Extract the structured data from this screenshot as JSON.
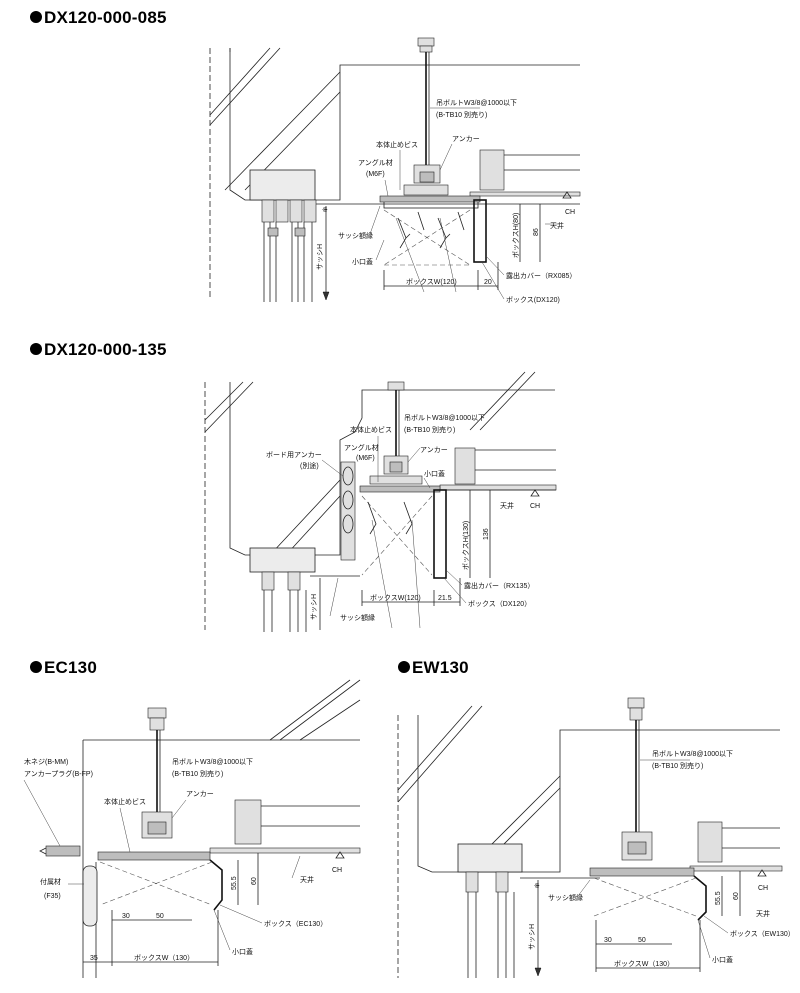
{
  "sections": [
    {
      "title": "DX120-000-085",
      "labels": {
        "bolt": "吊ボルトW3/8@1000以下",
        "bolt_sub": "(B-TB10 別売り)",
        "anchor": "アンカー",
        "body_screw": "本体止めビス",
        "angle": "アングル材",
        "angle_sub": "(M6F)",
        "sash_edge": "サッシ額縁",
        "koguchi": "小口蓋",
        "exposed_cover": "露出カバー（RX085）",
        "box": "ボックス(DX120)",
        "ceiling": "天井",
        "ch": "CH",
        "sash_h": "サッシH",
        "box_h": "ボックスH(80)",
        "box_w": "ボックスW(120)"
      },
      "dims": {
        "h": "86",
        "w": "20",
        "a": "※"
      }
    },
    {
      "title": "DX120-000-135",
      "labels": {
        "bolt": "吊ボルトW3/8@1000以下",
        "bolt_sub": "(B-TB10 別売り)",
        "anchor": "アンカー",
        "body_screw": "本体止めビス",
        "angle": "アングル材",
        "angle_sub": "(M6F)",
        "board_anchor": "ボード用アンカー",
        "board_anchor_sub": "(別途)",
        "koguchi": "小口蓋",
        "exposed_cover": "露出カバー（RX135）",
        "box": "ボックス（DX120）",
        "ceiling": "天井",
        "ch": "CH",
        "sash_h": "サッシH",
        "sash_edge": "サッシ額縁",
        "box_h": "ボックスH(130)",
        "box_w": "ボックスW(120)"
      },
      "dims": {
        "h": "136",
        "w": "21.5"
      }
    },
    {
      "title": "EC130",
      "labels": {
        "wood_screw": "木ネジ(B-MM)",
        "anchor_plug": "アンカープラグ(B-FP)",
        "bolt": "吊ボルトW3/8@1000以下",
        "bolt_sub": "(B-TB10 別売り)",
        "body_screw": "本体止めビス",
        "anchor": "アンカー",
        "attached": "付属材",
        "attached_sub": "(F35)",
        "ceiling": "天井",
        "ch": "CH",
        "box": "ボックス（EC130）",
        "koguchi": "小口蓋",
        "box_w": "ボックスW（130）"
      },
      "dims": {
        "h1": "55.5",
        "h2": "60",
        "w1": "30",
        "w2": "50",
        "w3": "35"
      }
    },
    {
      "title": "EW130",
      "labels": {
        "bolt": "吊ボルトW3/8@1000以下",
        "bolt_sub": "(B-TB10 別売り)",
        "sash_edge": "サッシ額縁",
        "sash_h": "サッシH",
        "ch": "CH",
        "ceiling": "天井",
        "box": "ボックス（EW130）",
        "koguchi": "小口蓋",
        "box_w": "ボックスW（130）"
      },
      "dims": {
        "h1": "55.5",
        "h2": "60",
        "w1": "30",
        "w2": "50",
        "a": "※"
      }
    }
  ]
}
